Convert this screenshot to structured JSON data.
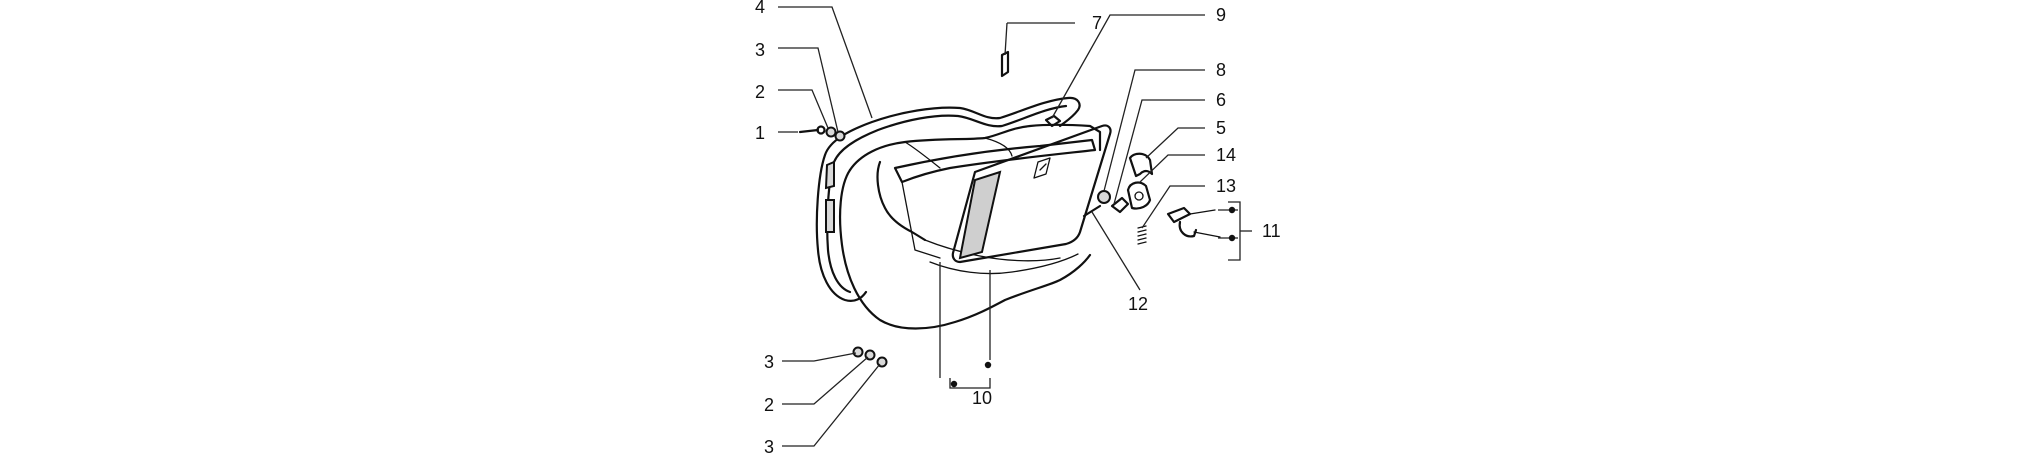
{
  "callouts": [
    {
      "id": "c1",
      "label": "1"
    },
    {
      "id": "c2a",
      "label": "2"
    },
    {
      "id": "c3a",
      "label": "3"
    },
    {
      "id": "c4",
      "label": "4"
    },
    {
      "id": "c7",
      "label": "7"
    },
    {
      "id": "c9",
      "label": "9"
    },
    {
      "id": "c8",
      "label": "8"
    },
    {
      "id": "c6",
      "label": "6"
    },
    {
      "id": "c5",
      "label": "5"
    },
    {
      "id": "c14",
      "label": "14"
    },
    {
      "id": "c13",
      "label": "13"
    },
    {
      "id": "c11",
      "label": "11"
    },
    {
      "id": "c12",
      "label": "12"
    },
    {
      "id": "c10",
      "label": "10"
    },
    {
      "id": "c3b",
      "label": "3"
    },
    {
      "id": "c2b",
      "label": "2"
    },
    {
      "id": "c3c",
      "label": "3"
    }
  ]
}
